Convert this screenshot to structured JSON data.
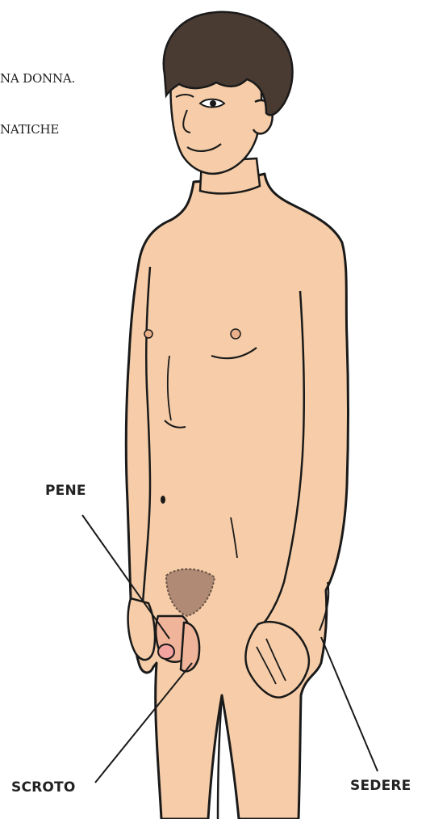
{
  "text_fragments": {
    "line1": "NA DONNA.",
    "line2": "NATICHE"
  },
  "labels": {
    "pene": "PENE",
    "scroto": "SCROTO",
    "sedere": "SEDERE"
  },
  "colors": {
    "skin": "#f6cda8",
    "skin_shadow": "#e9b08a",
    "hair": "#4a3b32",
    "outline": "#1a1a1a",
    "pubic_hair": "#6b5448"
  }
}
